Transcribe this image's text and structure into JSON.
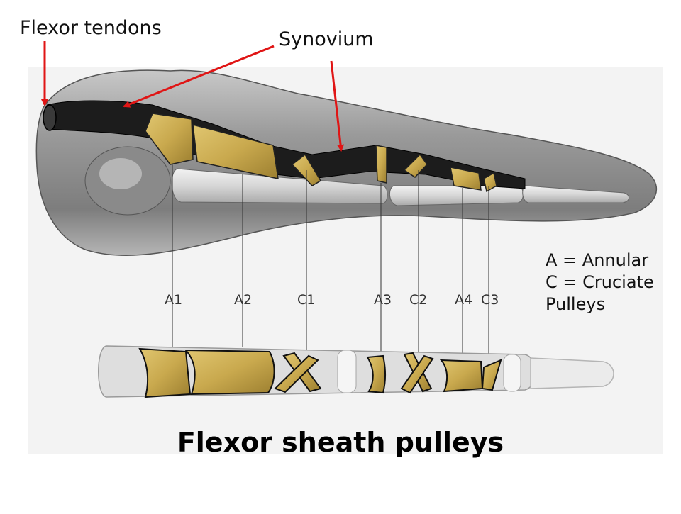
{
  "labels": {
    "flexor_tendons": "Flexor tendons",
    "synovium": "Synovium"
  },
  "pulleys": [
    {
      "id": "a1",
      "label": "A1"
    },
    {
      "id": "a2",
      "label": "A2"
    },
    {
      "id": "c1",
      "label": "C1"
    },
    {
      "id": "a3",
      "label": "A3"
    },
    {
      "id": "c2",
      "label": "C2"
    },
    {
      "id": "a4",
      "label": "A4"
    },
    {
      "id": "c3",
      "label": "C3"
    }
  ],
  "legend": {
    "line1": "A = Annular",
    "line2": "C = Cruciate",
    "line3": "Pulleys"
  },
  "title": "Flexor sheath pulleys",
  "colors": {
    "pulley_gold": "#c9a94e",
    "tendon_dark": "#1c1c1c",
    "annotation_arrow": "#e01515",
    "finger_gray": "#9b9b9b"
  }
}
